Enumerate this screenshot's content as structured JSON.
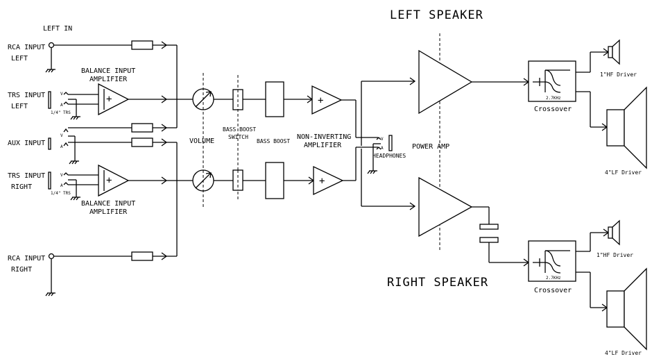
{
  "labels": {
    "left_speaker": "LEFT SPEAKER",
    "right_speaker": "RIGHT SPEAKER",
    "left_in": "LEFT IN",
    "rca_input": "RCA INPUT",
    "left": "LEFT",
    "right": "RIGHT",
    "trs_input": "TRS INPUT",
    "aux_input": "AUX INPUT",
    "balance_input": "BALANCE INPUT",
    "amplifier": "AMPLIFIER",
    "trs_quarter": "1/4\" TRS",
    "volume": "VOLUME",
    "bass_boost": "BASS BOOST",
    "switch": "SWITCH",
    "non_inverting": "NON-INVERTING",
    "headphones": "HEADPHONES",
    "power_amp": "POWER AMP",
    "freq": "2.7KHz",
    "crossover": "Crossover",
    "hf_driver": "1\"HF Driver",
    "lf_driver": "4\"LF Driver",
    "plus": "+",
    "pin_v": "V",
    "pin_a": "A"
  }
}
